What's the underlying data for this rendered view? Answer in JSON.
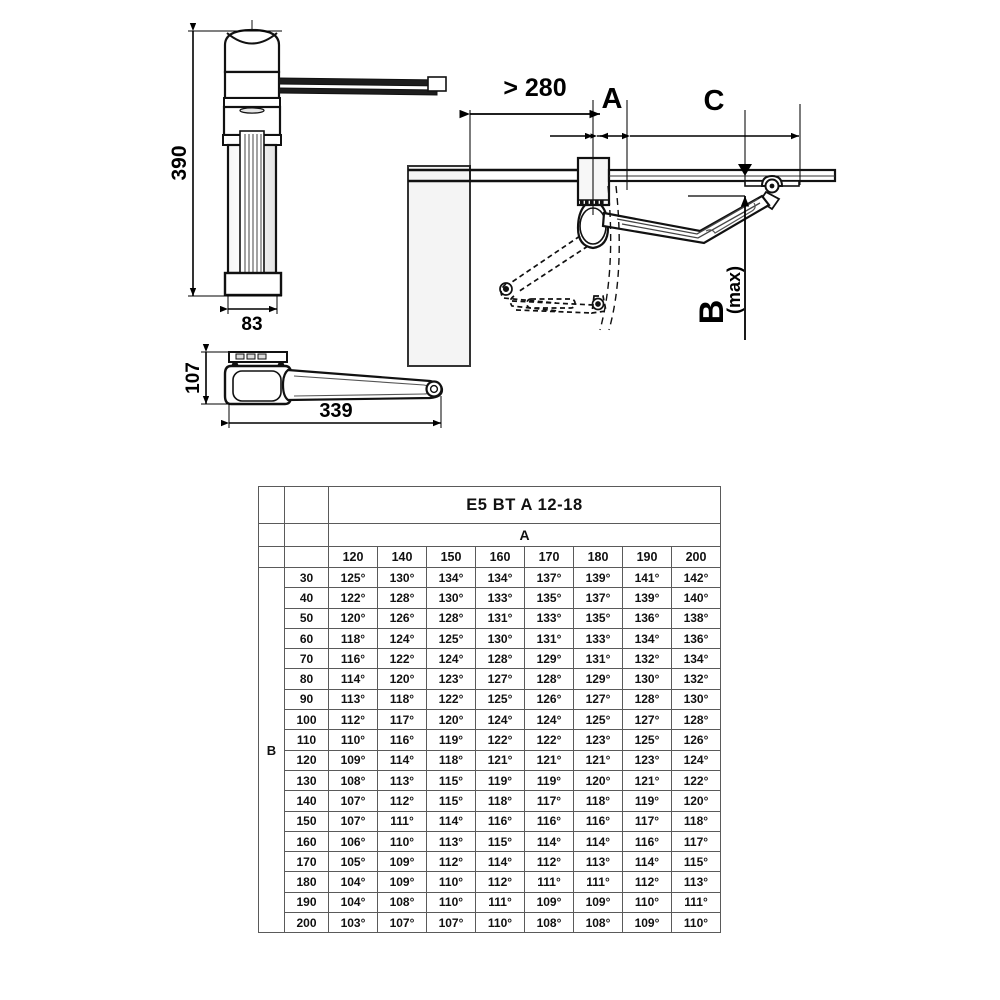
{
  "drawing": {
    "dimensions": {
      "height_390": "390",
      "width_83": "83",
      "plan_height_107": "107",
      "plan_length_339": "339",
      "clearance": "> 280",
      "label_a": "A",
      "label_c": "C",
      "label_b_main": "B",
      "label_b_sub": "(max)"
    },
    "icons": {
      "lift_elevation": "lift-mechanism-elevation-icon",
      "lift_plan": "lift-mechanism-plan-icon",
      "assembly": "lift-assembly-section-icon",
      "cabinet_panel": "cabinet-door-panel-icon",
      "shelf": "shelf-icon",
      "pivot_bracket": "pivot-bracket-icon"
    }
  },
  "table": {
    "title": "E5 BT A 12-18",
    "col_group_label": "A",
    "row_group_label": "B",
    "col_headers": [
      "120",
      "140",
      "150",
      "160",
      "170",
      "180",
      "190",
      "200"
    ],
    "row_headers": [
      "30",
      "40",
      "50",
      "60",
      "70",
      "80",
      "90",
      "100",
      "110",
      "120",
      "130",
      "140",
      "150",
      "160",
      "170",
      "180",
      "190",
      "200"
    ],
    "rows": [
      [
        "125°",
        "130°",
        "134°",
        "134°",
        "137°",
        "139°",
        "141°",
        "142°"
      ],
      [
        "122°",
        "128°",
        "130°",
        "133°",
        "135°",
        "137°",
        "139°",
        "140°"
      ],
      [
        "120°",
        "126°",
        "128°",
        "131°",
        "133°",
        "135°",
        "136°",
        "138°"
      ],
      [
        "118°",
        "124°",
        "125°",
        "130°",
        "131°",
        "133°",
        "134°",
        "136°"
      ],
      [
        "116°",
        "122°",
        "124°",
        "128°",
        "129°",
        "131°",
        "132°",
        "134°"
      ],
      [
        "114°",
        "120°",
        "123°",
        "127°",
        "128°",
        "129°",
        "130°",
        "132°"
      ],
      [
        "113°",
        "118°",
        "122°",
        "125°",
        "126°",
        "127°",
        "128°",
        "130°"
      ],
      [
        "112°",
        "117°",
        "120°",
        "124°",
        "124°",
        "125°",
        "127°",
        "128°"
      ],
      [
        "110°",
        "116°",
        "119°",
        "122°",
        "122°",
        "123°",
        "125°",
        "126°"
      ],
      [
        "109°",
        "114°",
        "118°",
        "121°",
        "121°",
        "121°",
        "123°",
        "124°"
      ],
      [
        "108°",
        "113°",
        "115°",
        "119°",
        "119°",
        "120°",
        "121°",
        "122°"
      ],
      [
        "107°",
        "112°",
        "115°",
        "118°",
        "117°",
        "118°",
        "119°",
        "120°"
      ],
      [
        "107°",
        "111°",
        "114°",
        "116°",
        "116°",
        "116°",
        "117°",
        "118°"
      ],
      [
        "106°",
        "110°",
        "113°",
        "115°",
        "114°",
        "114°",
        "116°",
        "117°"
      ],
      [
        "105°",
        "109°",
        "112°",
        "114°",
        "112°",
        "113°",
        "114°",
        "115°"
      ],
      [
        "104°",
        "109°",
        "110°",
        "112°",
        "111°",
        "111°",
        "112°",
        "113°"
      ],
      [
        "104°",
        "108°",
        "110°",
        "111°",
        "109°",
        "109°",
        "110°",
        "111°"
      ],
      [
        "103°",
        "107°",
        "107°",
        "110°",
        "108°",
        "108°",
        "109°",
        "110°"
      ]
    ]
  },
  "chart_data": {
    "type": "table",
    "title": "E5 BT A 12-18",
    "xlabel": "A",
    "ylabel": "B",
    "categories": [
      "120",
      "140",
      "150",
      "160",
      "170",
      "180",
      "190",
      "200"
    ],
    "index": [
      "30",
      "40",
      "50",
      "60",
      "70",
      "80",
      "90",
      "100",
      "110",
      "120",
      "130",
      "140",
      "150",
      "160",
      "170",
      "180",
      "190",
      "200"
    ],
    "units": "degrees",
    "values": [
      [
        125,
        130,
        134,
        134,
        137,
        139,
        141,
        142
      ],
      [
        122,
        128,
        130,
        133,
        135,
        137,
        139,
        140
      ],
      [
        120,
        126,
        128,
        131,
        133,
        135,
        136,
        138
      ],
      [
        118,
        124,
        125,
        130,
        131,
        133,
        134,
        136
      ],
      [
        116,
        122,
        124,
        128,
        129,
        131,
        132,
        134
      ],
      [
        114,
        120,
        123,
        127,
        128,
        129,
        130,
        132
      ],
      [
        113,
        118,
        122,
        125,
        126,
        127,
        128,
        130
      ],
      [
        112,
        117,
        120,
        124,
        124,
        125,
        127,
        128
      ],
      [
        110,
        116,
        119,
        122,
        122,
        123,
        125,
        126
      ],
      [
        109,
        114,
        118,
        121,
        121,
        121,
        123,
        124
      ],
      [
        108,
        113,
        115,
        119,
        119,
        120,
        121,
        122
      ],
      [
        107,
        112,
        115,
        118,
        117,
        118,
        119,
        120
      ],
      [
        107,
        111,
        114,
        116,
        116,
        116,
        117,
        118
      ],
      [
        106,
        110,
        113,
        115,
        114,
        114,
        116,
        117
      ],
      [
        105,
        109,
        112,
        114,
        112,
        113,
        114,
        115
      ],
      [
        104,
        109,
        110,
        112,
        111,
        111,
        112,
        113
      ],
      [
        104,
        108,
        110,
        111,
        109,
        109,
        110,
        111
      ],
      [
        103,
        107,
        107,
        110,
        108,
        108,
        109,
        110
      ]
    ]
  }
}
